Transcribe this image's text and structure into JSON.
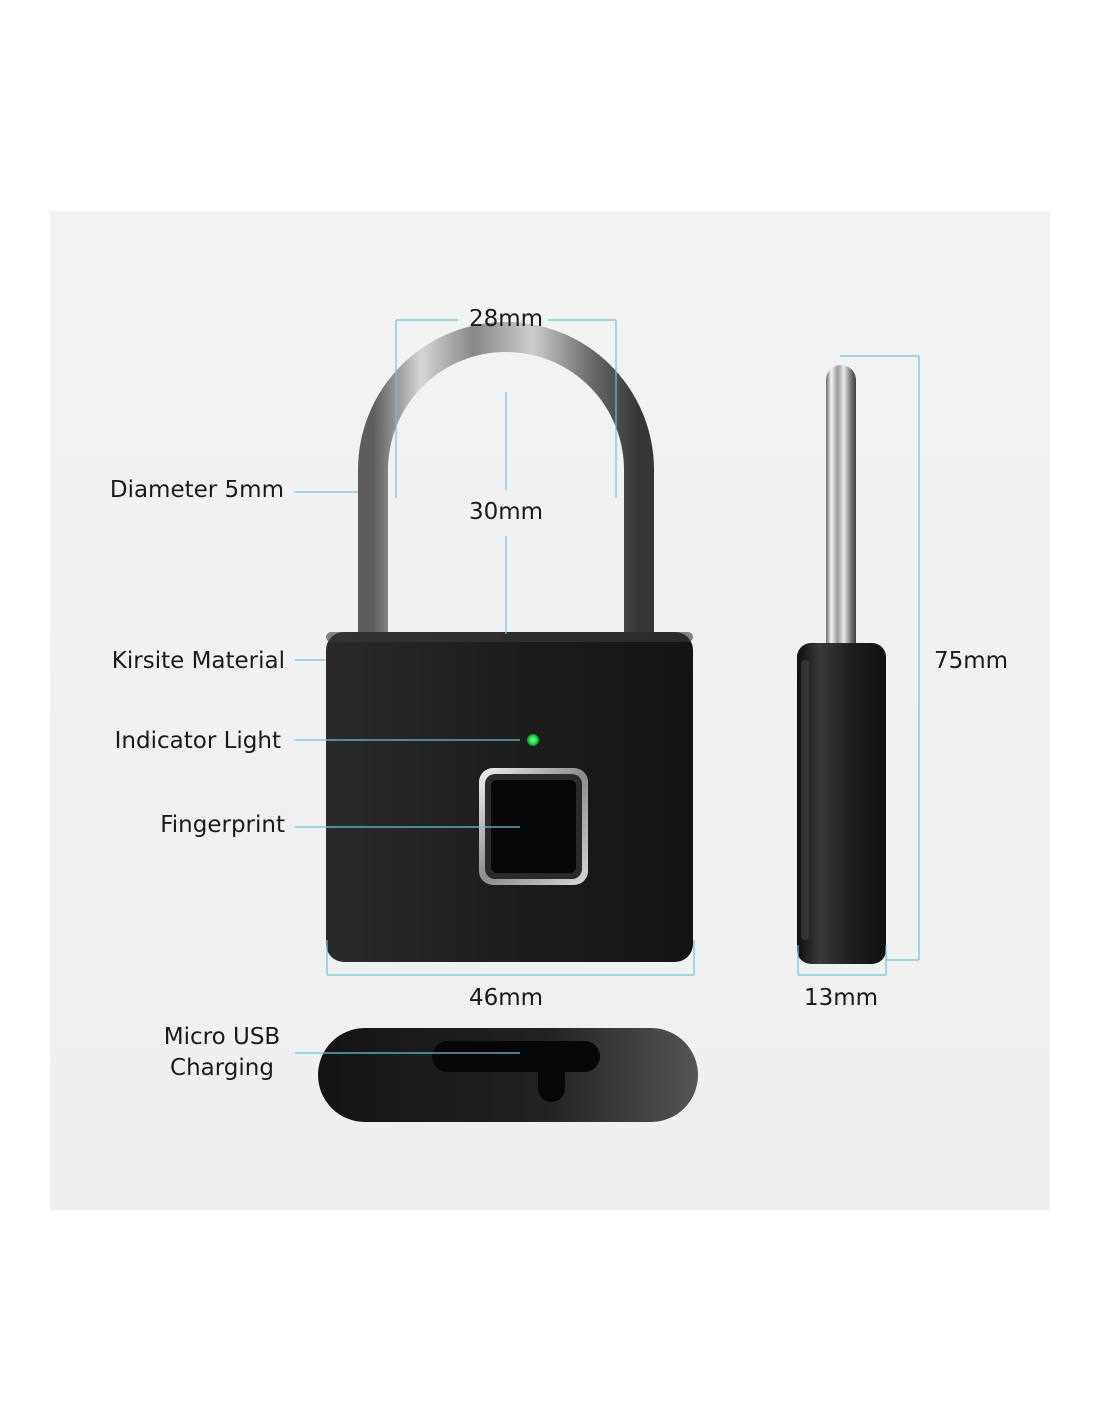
{
  "labels": {
    "diameter": "Diameter 5mm",
    "material": "Kirsite Material",
    "indicator": "Indicator Light",
    "fingerprint": "Fingerprint",
    "usb_line1": "Micro USB",
    "usb_line2": "Charging"
  },
  "dimensions": {
    "shackle_width": "28mm",
    "shackle_height": "30mm",
    "body_width": "46mm",
    "side_height": "75mm",
    "side_thickness": "13mm"
  },
  "colors": {
    "dimension_line": "#6fc3d8",
    "body": "#1e1e1e",
    "indicator": "#22e04a"
  },
  "icons": [
    "padlock-front",
    "padlock-side",
    "usb-port-bottom"
  ]
}
